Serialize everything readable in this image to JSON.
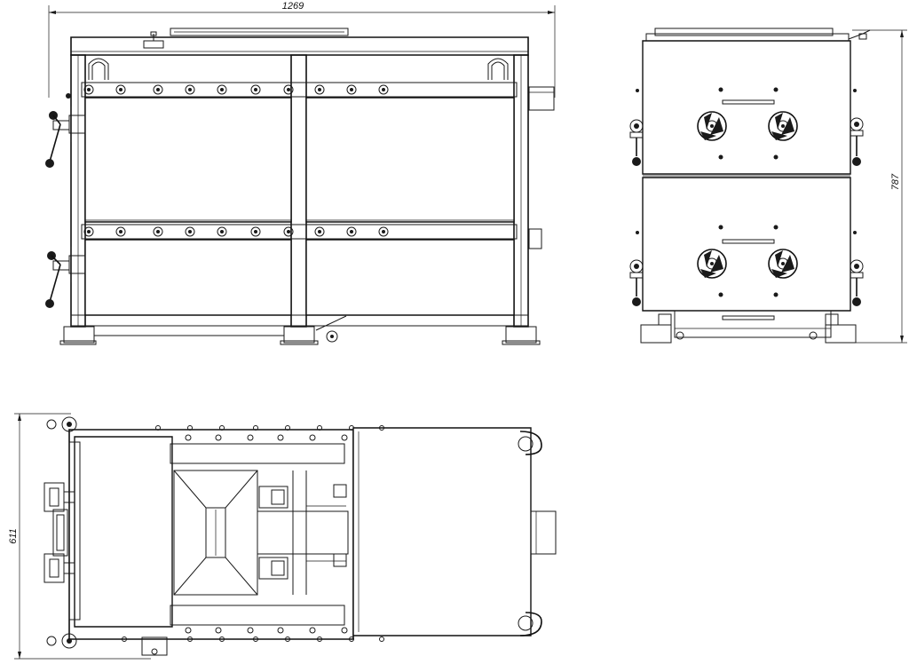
{
  "dimensions": {
    "length": "1269",
    "height": "787",
    "width": "611"
  },
  "colors": {
    "line": "#1a1a1a",
    "background": "#ffffff"
  }
}
